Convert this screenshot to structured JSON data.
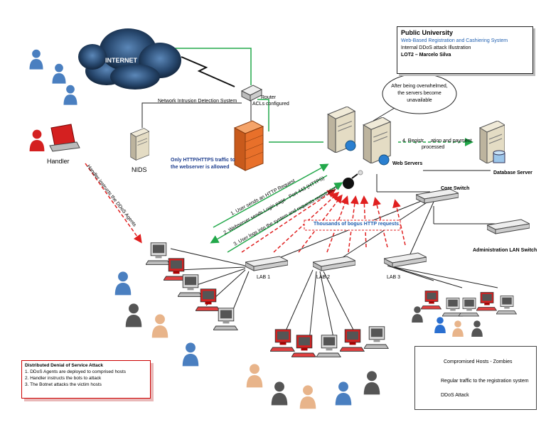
{
  "title_box": {
    "line1": "Public University",
    "line2": "Web-Based Registration and Cashiering System",
    "line3": "Internal DDoS attack Illustration",
    "line4": "LOT2 – Marcelo Silva"
  },
  "labels": {
    "internet": "INTERNET",
    "router": "Router",
    "acls": "ACLs configured",
    "nids_line": "Network Intrusion Detection System",
    "nids": "NIDS",
    "handler": "Handler",
    "firewall_note_1": "Only HTTP/HTTPS traffic to",
    "firewall_note_2": "the webserver is allowed",
    "web_servers": "Web Servers",
    "database_server": "Database Server",
    "core_switch": "Core Switch",
    "admin_switch": "Administration LAN Switch",
    "lab1": "LAB 1",
    "lab2": "LAB 2",
    "lab3": "LAB 3",
    "registration_1": "4. Registr",
    "registration_2": "ation and payment",
    "registration_3": "processed",
    "bogus": "Thousands of bogus HTTP requests",
    "callout_1": "After being overwhelmed,",
    "callout_2": "the servers become",
    "callout_3": "unavailable",
    "handler_instructs": "Handler instructs the DDoS Agents",
    "step1": "1. User sends an HTTP Request",
    "step2": "2. Webserver sends Login page - Port 443 (HTTPS)",
    "step3": "3. User logs into the system and requests registration"
  },
  "ddos_box": {
    "title": "Distributed Denial of Service Attack",
    "item1": "1. DDoS Agents are deployed to comprised hosts",
    "item2": "2. Handler instructs the bots to attack",
    "item3": "3. The Botnet attacks the victim hosts"
  },
  "legend": {
    "zombies": "Compromised Hosts - Zombies",
    "regular": "Regular traffic to the registration system",
    "ddos": "DDoS Attack"
  },
  "colors": {
    "regular": "#22a84a",
    "ddos": "#e02020",
    "firewall": "#e8702a",
    "cloud": "#1d3553",
    "bogus_text": "#1f5fb0",
    "note_text": "#1f3f8f"
  }
}
